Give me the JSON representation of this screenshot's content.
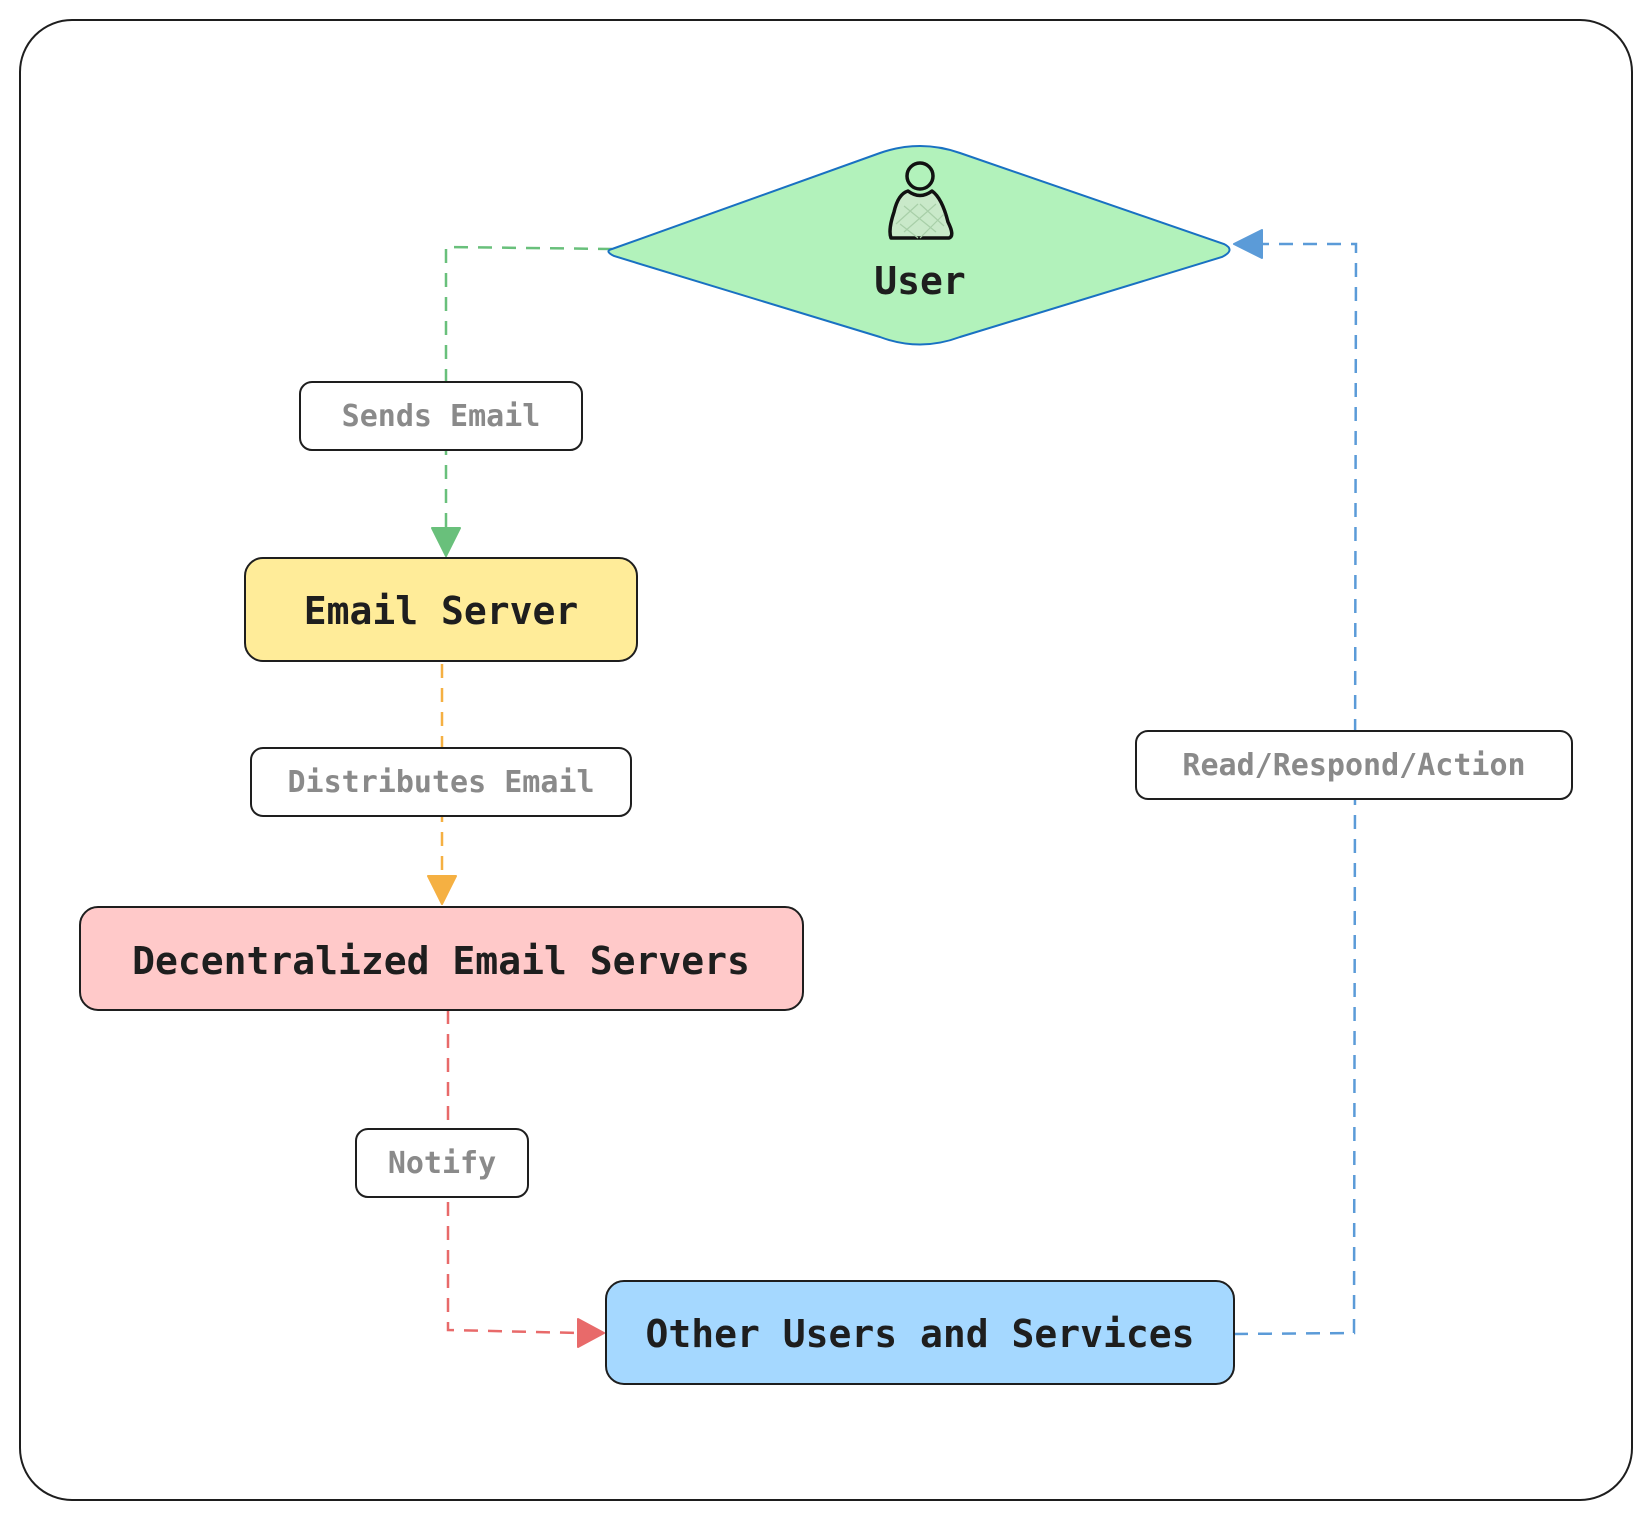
{
  "nodes": {
    "user": {
      "label": "User",
      "icon": "person-icon",
      "fill": "#b2f2bb",
      "stroke": "#1971c2"
    },
    "email_server": {
      "label": "Email Server",
      "fill": "#ffec99",
      "stroke": "#1e1e1e"
    },
    "decentralized": {
      "label": "Decentralized Email Servers",
      "fill": "#ffc9c9",
      "stroke": "#1e1e1e"
    },
    "other_users": {
      "label": "Other Users and Services",
      "fill": "#a5d8ff",
      "stroke": "#1e1e1e"
    }
  },
  "edges": {
    "sends_email": {
      "label": "Sends Email",
      "color": "#69c07b"
    },
    "distributes_email": {
      "label": "Distributes Email",
      "color": "#f5b042"
    },
    "notify": {
      "label": "Notify",
      "color": "#e86a6a"
    },
    "read_respond_action": {
      "label": "Read/Respond/Action",
      "color": "#5b9bd8"
    }
  }
}
